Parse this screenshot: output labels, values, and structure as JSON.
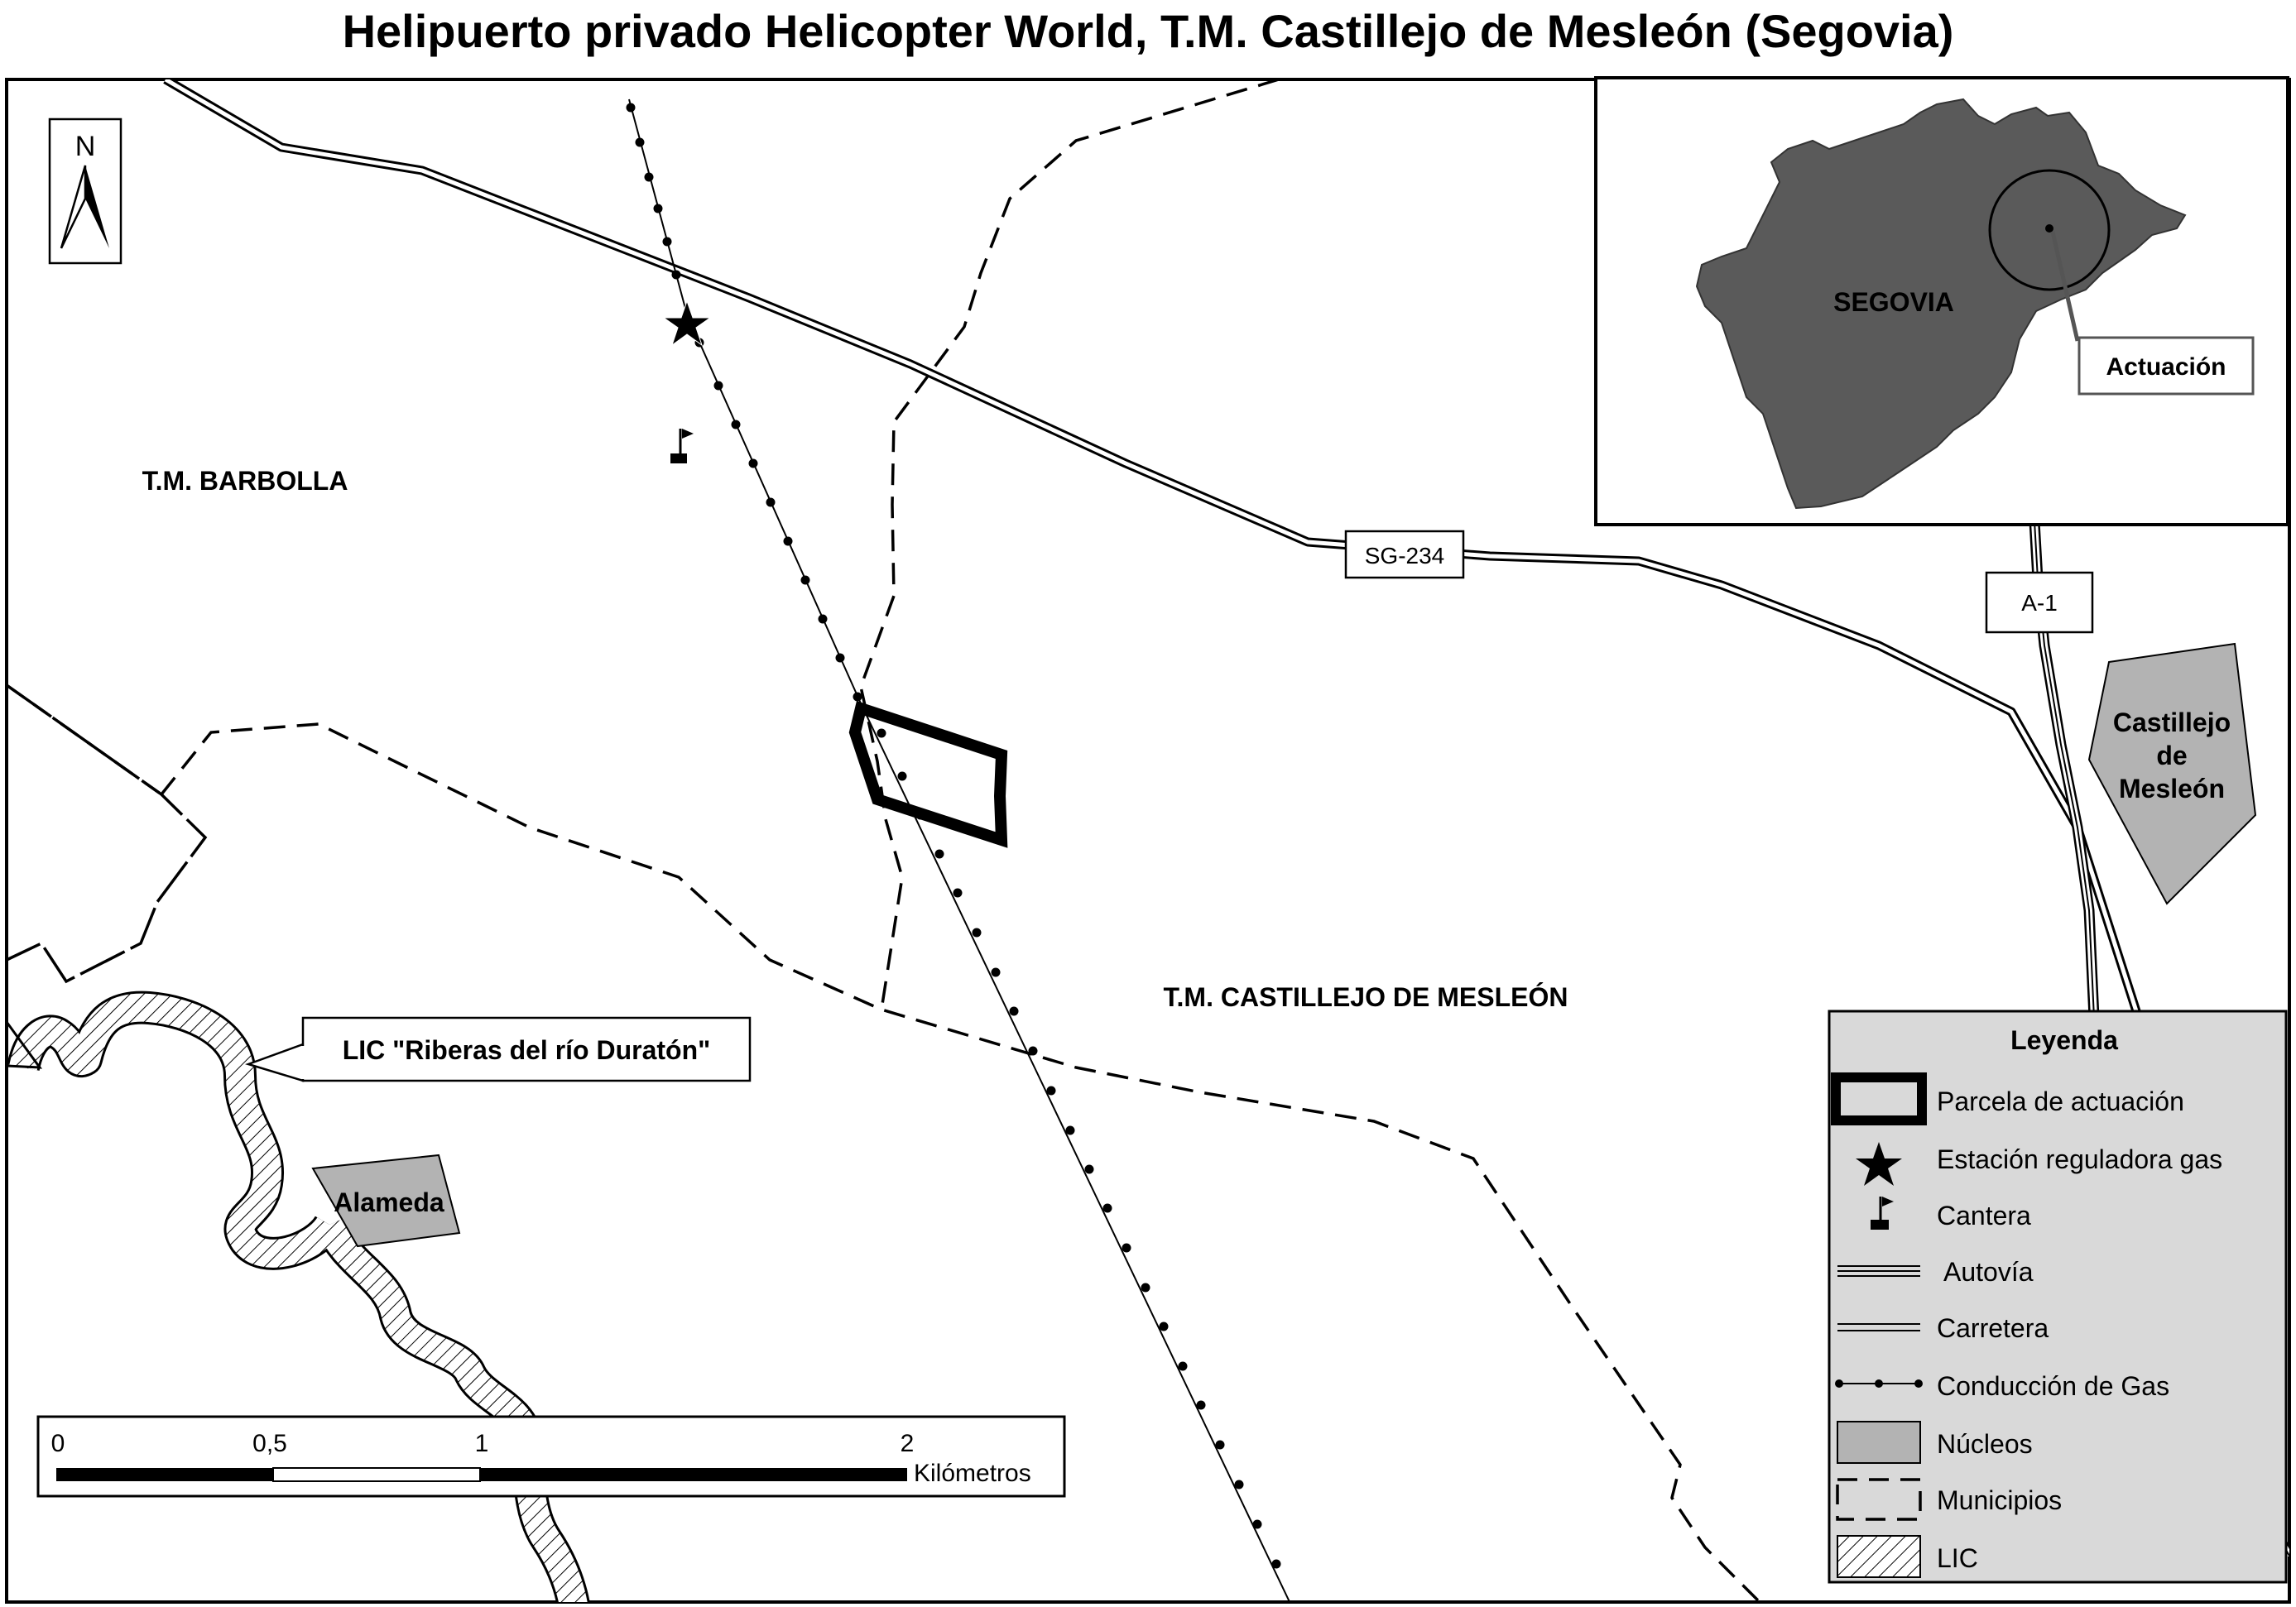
{
  "title": "Helipuerto privado Helicopter World, T.M. Castillejo de Mesleón (Segovia)",
  "north_arrow": {
    "letter": "N",
    "icon": "north-arrow-icon"
  },
  "areas": {
    "barbolla": "T.M. BARBOLLA",
    "castillejo": "T.M. CASTILLEJO DE MESLEÓN"
  },
  "roads": {
    "sg234": "SG-234",
    "a1": "A-1"
  },
  "towns": {
    "castillejo_line1": "Castillejo",
    "castillejo_line2": "de",
    "castillejo_line3": "Mesleón",
    "alameda": "Alameda"
  },
  "callouts": {
    "lic": "LIC \"Riberas del río Duratón\""
  },
  "inset": {
    "province": "SEGOVIA",
    "actuacion": "Actuación"
  },
  "scalebar": {
    "ticks": [
      "0",
      "0,5",
      "1",
      "2"
    ],
    "unit": "Kilómetros"
  },
  "legend": {
    "title": "Leyenda",
    "items": [
      {
        "label": "Parcela de actuación",
        "symbol": "thick-outline-box"
      },
      {
        "label": "Estación reguladora gas",
        "symbol": "star-icon"
      },
      {
        "label": "Cantera",
        "symbol": "flag-icon"
      },
      {
        "label": "Autovía",
        "symbol": "triple-line"
      },
      {
        "label": "Carretera",
        "symbol": "double-line"
      },
      {
        "label": "Conducción de Gas",
        "symbol": "dotted-line"
      },
      {
        "label": "Núcleos",
        "symbol": "gray-fill"
      },
      {
        "label": "Municipios",
        "symbol": "dashed-box"
      },
      {
        "label": "LIC",
        "symbol": "hatched-box"
      }
    ]
  },
  "colors": {
    "nucleo_fill": "#b3b3b3",
    "province_fill": "#5a5a5a",
    "legend_bg": "#d9d9d9"
  }
}
